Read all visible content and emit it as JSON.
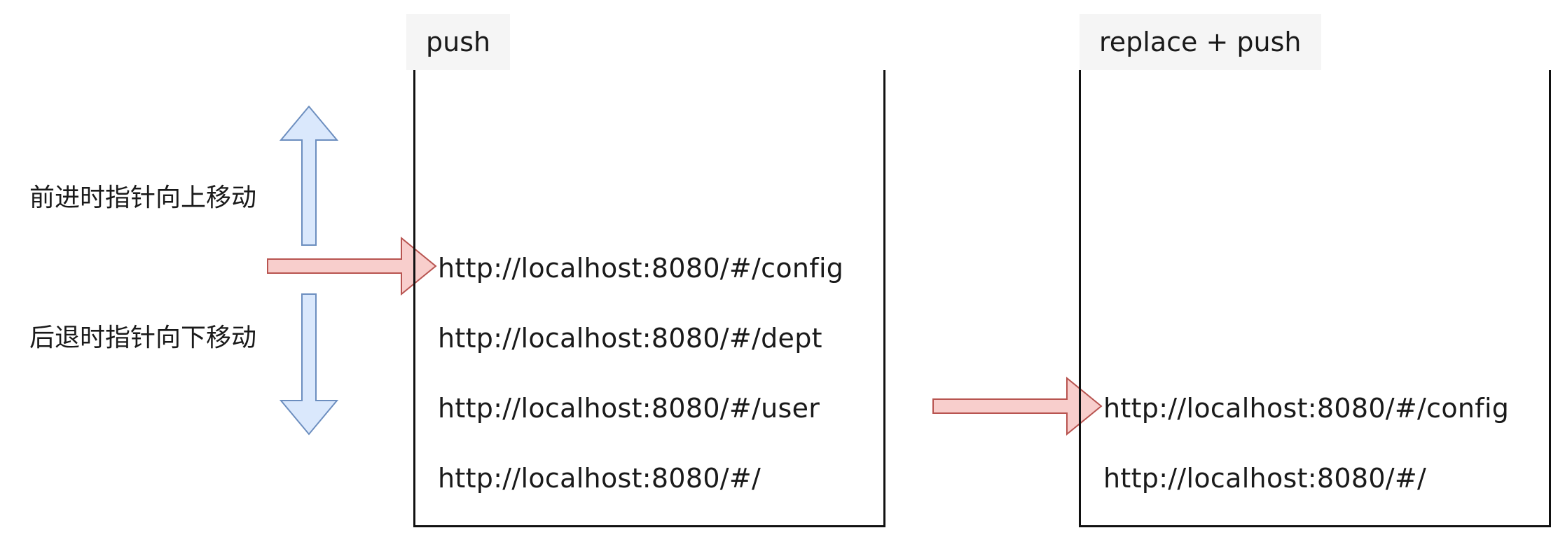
{
  "left_stack": {
    "title": "push",
    "items": [
      "http://localhost:8080/#/config",
      "http://localhost:8080/#/dept",
      "http://localhost:8080/#/user",
      "http://localhost:8080/#/"
    ]
  },
  "right_stack": {
    "title": "replace + push",
    "items": [
      "http://localhost:8080/#/config",
      "http://localhost:8080/#/"
    ]
  },
  "captions": {
    "forward": "前进时指针向上移动",
    "backward": "后退时指针向下移动"
  },
  "colors": {
    "up_down_arrow_fill": "#dae8fc",
    "up_down_arrow_stroke": "#6c8ebf",
    "pointer_arrow_fill": "#f8cecc",
    "pointer_arrow_stroke": "#b85450",
    "label_bg": "#f5f5f5"
  }
}
